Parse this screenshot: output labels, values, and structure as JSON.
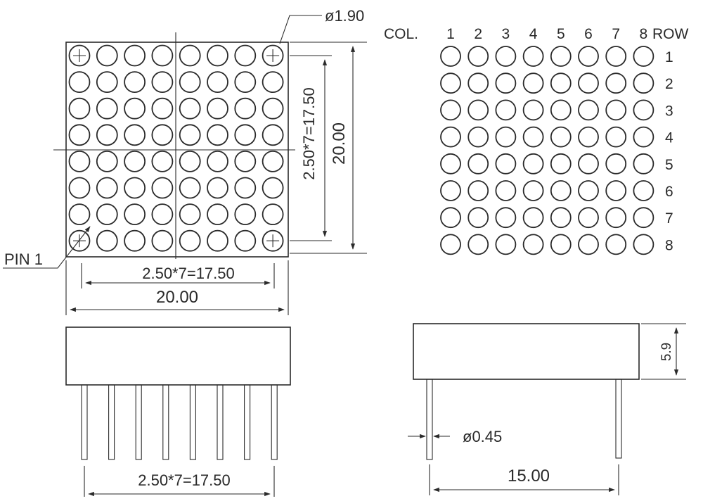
{
  "front_view": {
    "led_diameter_label": "ø1.90",
    "pin1_label": "PIN 1",
    "pitch_label_horizontal": "2.50*7=17.50",
    "width_label": "20.00",
    "pitch_label_vertical": "2.50*7=17.50",
    "height_label": "20.00",
    "matrix_rows": 8,
    "matrix_cols": 8
  },
  "schematic": {
    "col_header": "COL.",
    "row_header": "ROW",
    "columns": [
      "1",
      "2",
      "3",
      "4",
      "5",
      "6",
      "7",
      "8"
    ],
    "rows": [
      "1",
      "2",
      "3",
      "4",
      "5",
      "6",
      "7",
      "8"
    ]
  },
  "side_view": {
    "pitch_label": "2.50*7=17.50",
    "pin_count": 8
  },
  "end_view": {
    "pin_diameter_label": "ø0.45",
    "body_height_label": "5.9",
    "pin_spacing_label": "15.00"
  }
}
